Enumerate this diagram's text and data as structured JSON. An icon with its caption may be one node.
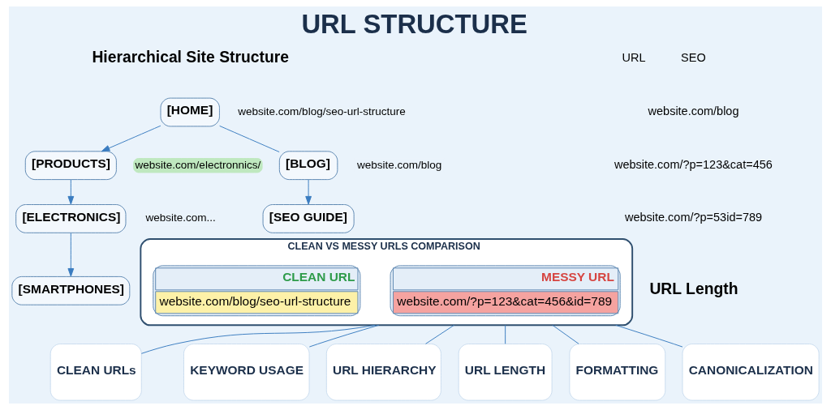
{
  "diagram": {
    "title": "URL STRUCTURE",
    "nodes": [
      {
        "text": [
          "[HOME]"
        ],
        "beside": [
          "website.com/blog/seo-url-structure"
        ]
      },
      {
        "text": [
          "[PRODUCTS]"
        ],
        "beside": [
          "website.com/electronnics/"
        ]
      },
      {
        "text": [
          "[ELECTRONICS]"
        ],
        "beside": [
          "website.com..."
        ]
      },
      {
        "text": [
          "[SMARTPHONES]"
        ]
      },
      {
        "text": [
          "[BLOG]"
        ],
        "beside": [
          "website.com/blog"
        ]
      },
      {
        "text": [
          "[SEO GUIDE]"
        ]
      },
      {
        "text": [
          "CLEAN VS MESSY URLS COMPARISON"
        ]
      },
      {
        "text": [
          "CLEAN URL",
          "website.com/blog/seo-url-structure"
        ],
        "in": 6
      },
      {
        "text": [
          "MESSY URL",
          "website.com/?p=123&cat=456&id=789"
        ],
        "in": 6
      },
      {
        "text": [
          "CLEAN URLs"
        ]
      },
      {
        "text": [
          "KEYWORD USAGE"
        ]
      },
      {
        "text": [
          "URL HIERARCHY"
        ]
      },
      {
        "text": [
          "URL LENGTH"
        ]
      },
      {
        "text": [
          "FORMATTING"
        ]
      },
      {
        "text": [
          "CANONICALIZATION"
        ]
      }
    ],
    "edges": [
      {
        "from": 0,
        "to": 1,
        "arrow": "to"
      },
      {
        "from": 1,
        "to": 2,
        "arrow": "to"
      },
      {
        "from": 2,
        "to": 3,
        "arrow": "to"
      },
      {
        "from": 0,
        "to": 4,
        "arrow": "none"
      },
      {
        "from": 4,
        "to": 5,
        "arrow": "to"
      },
      {
        "from": 6,
        "to": 9,
        "arrow": "none"
      },
      {
        "from": 6,
        "to": 10,
        "arrow": "none"
      },
      {
        "from": 6,
        "to": 11,
        "arrow": "none"
      },
      {
        "from": 6,
        "to": 12,
        "arrow": "none"
      },
      {
        "from": 6,
        "to": 13,
        "arrow": "none"
      },
      {
        "from": 6,
        "to": 14,
        "arrow": "none"
      }
    ],
    "labels": [
      "Hierarchical Site Structure",
      "URL",
      "SEO",
      "website.com/blog",
      "website.com/?p=123&cat=456",
      "website.com/?p=53id=789",
      "URL Length"
    ]
  }
}
